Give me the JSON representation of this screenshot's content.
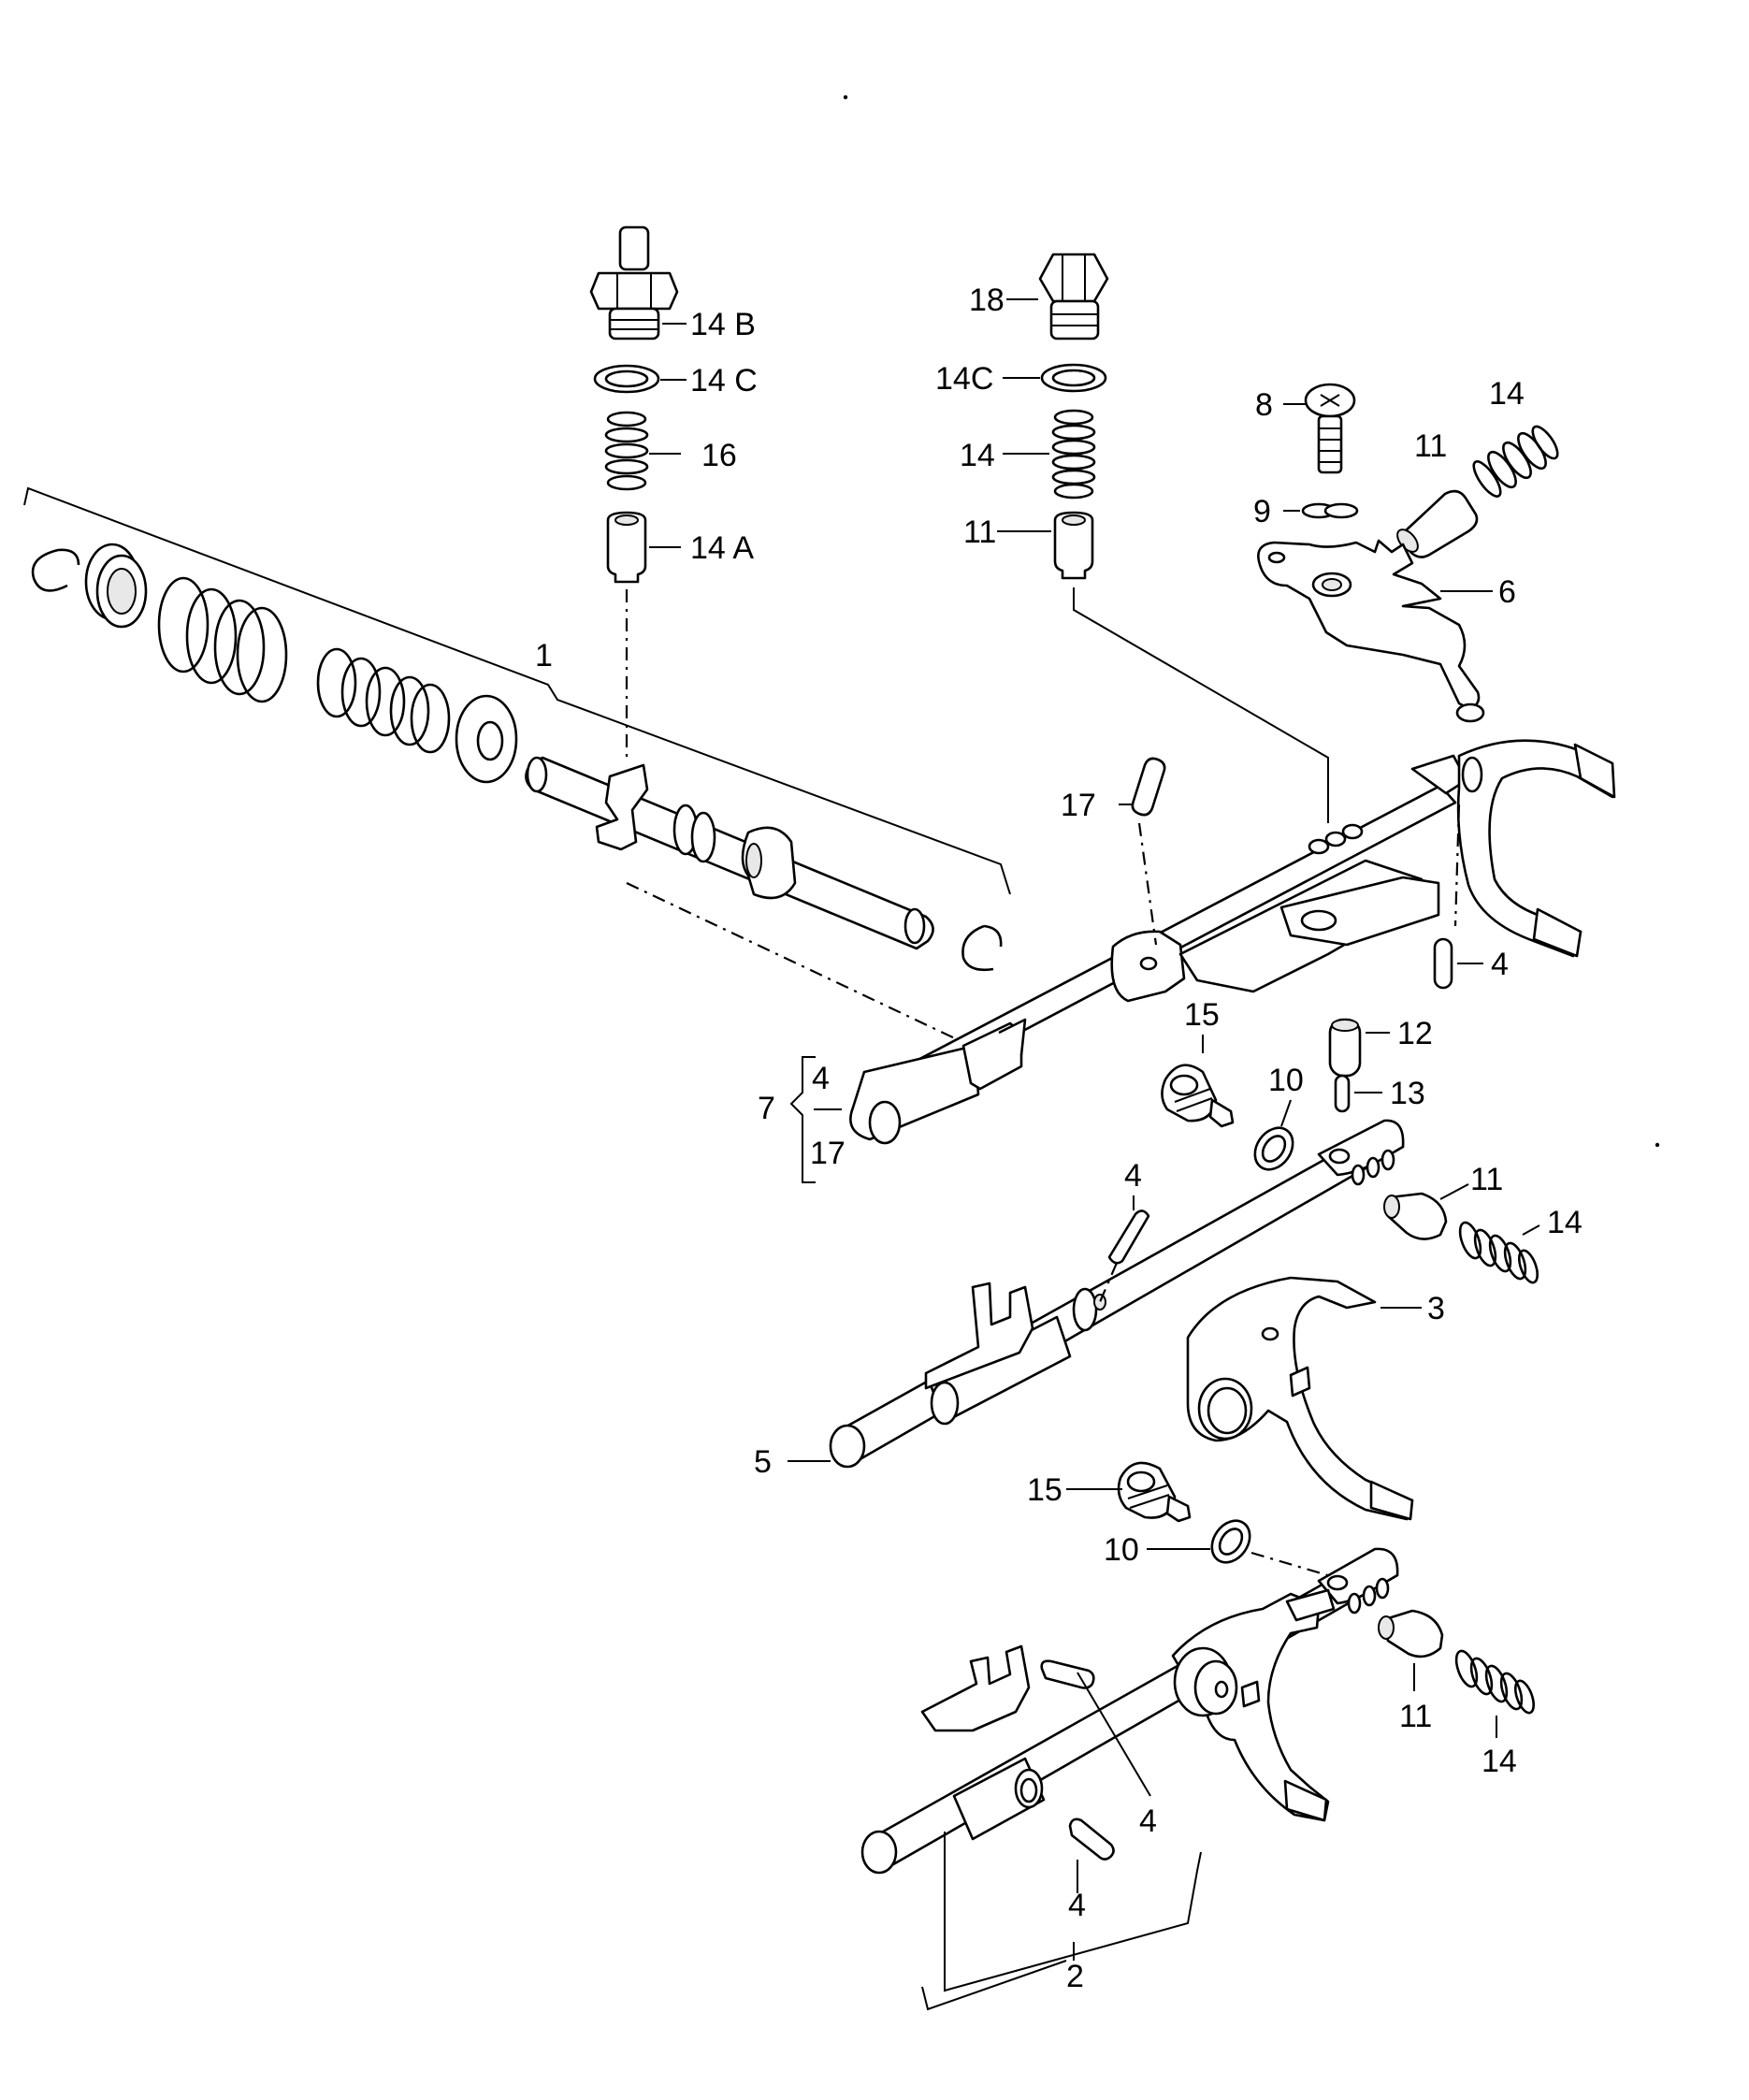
{
  "diagram": {
    "callouts": {
      "c14B": "14 B",
      "c14C_left": "14 C",
      "c16": "16",
      "c14A": "14 A",
      "c18": "18",
      "c14C_mid": "14C",
      "c14_mid": "14",
      "c11_mid": "11",
      "c8": "8",
      "c14_right": "14",
      "c11_right": "11",
      "c9": "9",
      "c6": "6",
      "c1": "1",
      "c17_shaft": "17",
      "c4_upper": "4",
      "c12": "12",
      "c15_upper": "15",
      "c10_upper": "10",
      "c13": "13",
      "c7": "7",
      "c7_4": "4",
      "c7_17": "17",
      "c4_pin": "4",
      "c11_lower": "11",
      "c14_lower": "14",
      "c3": "3",
      "c5": "5",
      "c15_lower": "15",
      "c10_lower": "10",
      "c11_bottom": "11",
      "c14_bottom": "14",
      "c4_bottom_a": "4",
      "c4_bottom_b": "4",
      "c2": "2"
    }
  }
}
